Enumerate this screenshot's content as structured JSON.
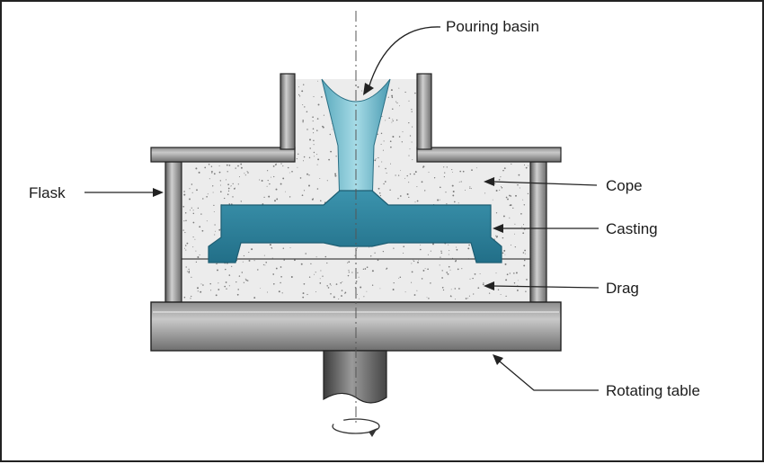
{
  "diagram": {
    "labels": {
      "pouring_basin": "Pouring basin",
      "flask": "Flask",
      "cope": "Cope",
      "casting": "Casting",
      "drag": "Drag",
      "rotating_table": "Rotating table"
    },
    "colors": {
      "metal": "#2f86a0",
      "metal_light": "#7cc2d2",
      "sand": "#ececec",
      "sand_speckle": "#7a7a7a",
      "steel_dark": "#555555",
      "steel_light": "#b8b8b8",
      "outline": "#222222"
    },
    "icons": {
      "rotation_indicator": "rotation-arrow-icon"
    }
  }
}
